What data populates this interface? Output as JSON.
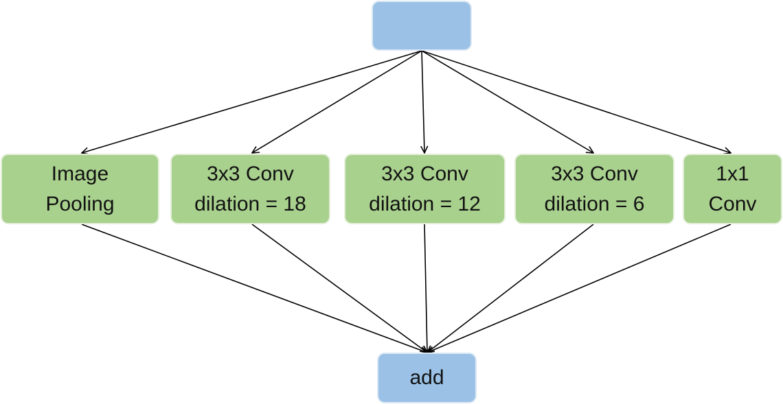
{
  "diagram": {
    "input": {
      "label": ""
    },
    "branches": [
      {
        "label": "Image\nPooling"
      },
      {
        "label": "3x3 Conv\ndilation = 18"
      },
      {
        "label": "3x3 Conv\ndilation = 12"
      },
      {
        "label": "3x3 Conv\ndilation = 6"
      },
      {
        "label": "1x1\nConv"
      }
    ],
    "output": {
      "label": "add"
    },
    "colors": {
      "input_output_fill": "#9bc2e6",
      "branch_fill": "#a9d18e",
      "edge": "#000000"
    }
  }
}
